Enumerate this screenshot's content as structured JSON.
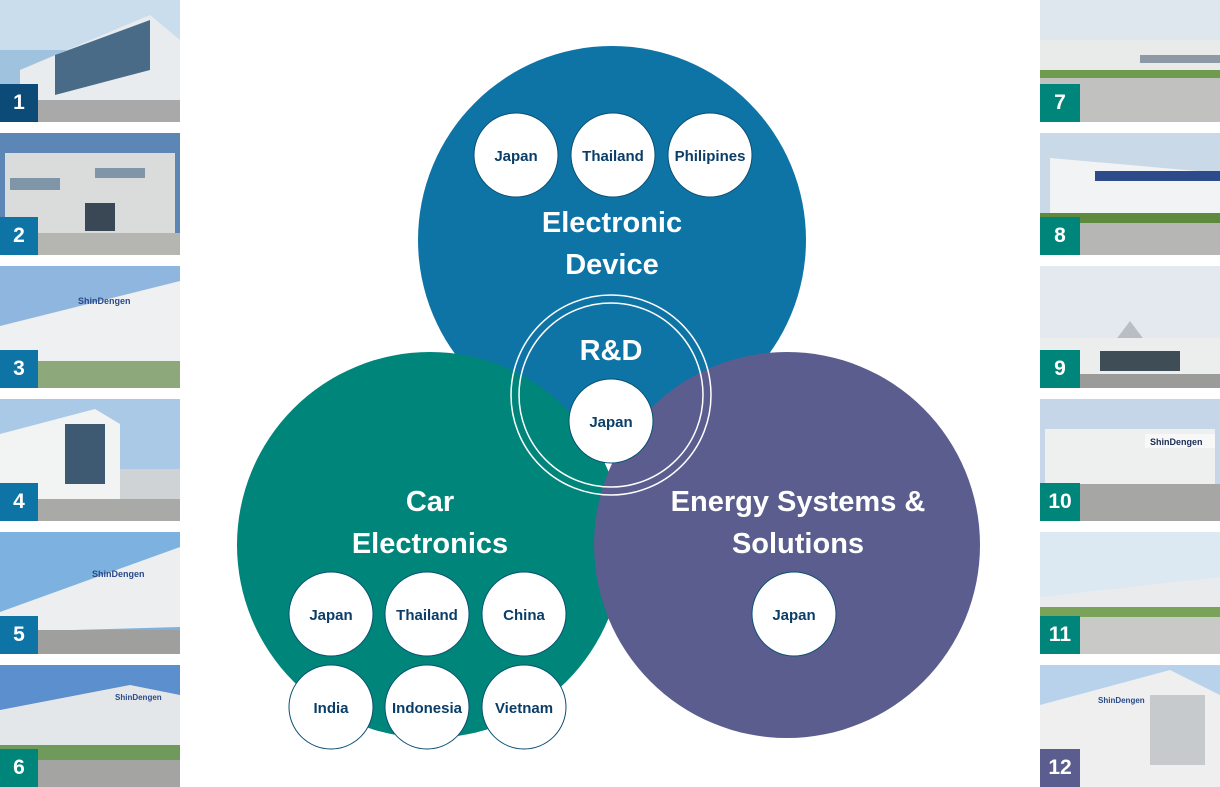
{
  "colors": {
    "electronic_device": "#0e74a6",
    "car_electronics": "#00857a",
    "energy_systems": "#5a5d8e",
    "label_left": "#005a82",
    "label_right": "#00857a"
  },
  "photos_left": [
    {
      "number": "1",
      "label_color": "#0c4a78"
    },
    {
      "number": "2",
      "label_color": "#0e74a6"
    },
    {
      "number": "3",
      "label_color": "#0e74a6"
    },
    {
      "number": "4",
      "label_color": "#0e74a6"
    },
    {
      "number": "5",
      "label_color": "#0e74a6"
    },
    {
      "number": "6",
      "label_color": "#00857a"
    }
  ],
  "photos_right": [
    {
      "number": "7",
      "label_color": "#00857a"
    },
    {
      "number": "8",
      "label_color": "#00857a"
    },
    {
      "number": "9",
      "label_color": "#00857a"
    },
    {
      "number": "10",
      "label_color": "#00857a"
    },
    {
      "number": "11",
      "label_color": "#00857a"
    },
    {
      "number": "12",
      "label_color": "#5a5d8e"
    }
  ],
  "diagram": {
    "electronic_device": {
      "title_line1": "Electronic",
      "title_line2": "Device",
      "locations": [
        "Japan",
        "Thailand",
        "Philipines"
      ]
    },
    "rnd": {
      "title": "R&D",
      "location": "Japan"
    },
    "car_electronics": {
      "title_line1": "Car",
      "title_line2": "Electronics",
      "locations": [
        "Japan",
        "Thailand",
        "China",
        "India",
        "Indonesia",
        "Vietnam"
      ]
    },
    "energy_systems": {
      "title_line1": "Energy Systems &",
      "title_line2": "Solutions",
      "locations": [
        "Japan"
      ]
    }
  },
  "sign_text": "ShinDengen"
}
